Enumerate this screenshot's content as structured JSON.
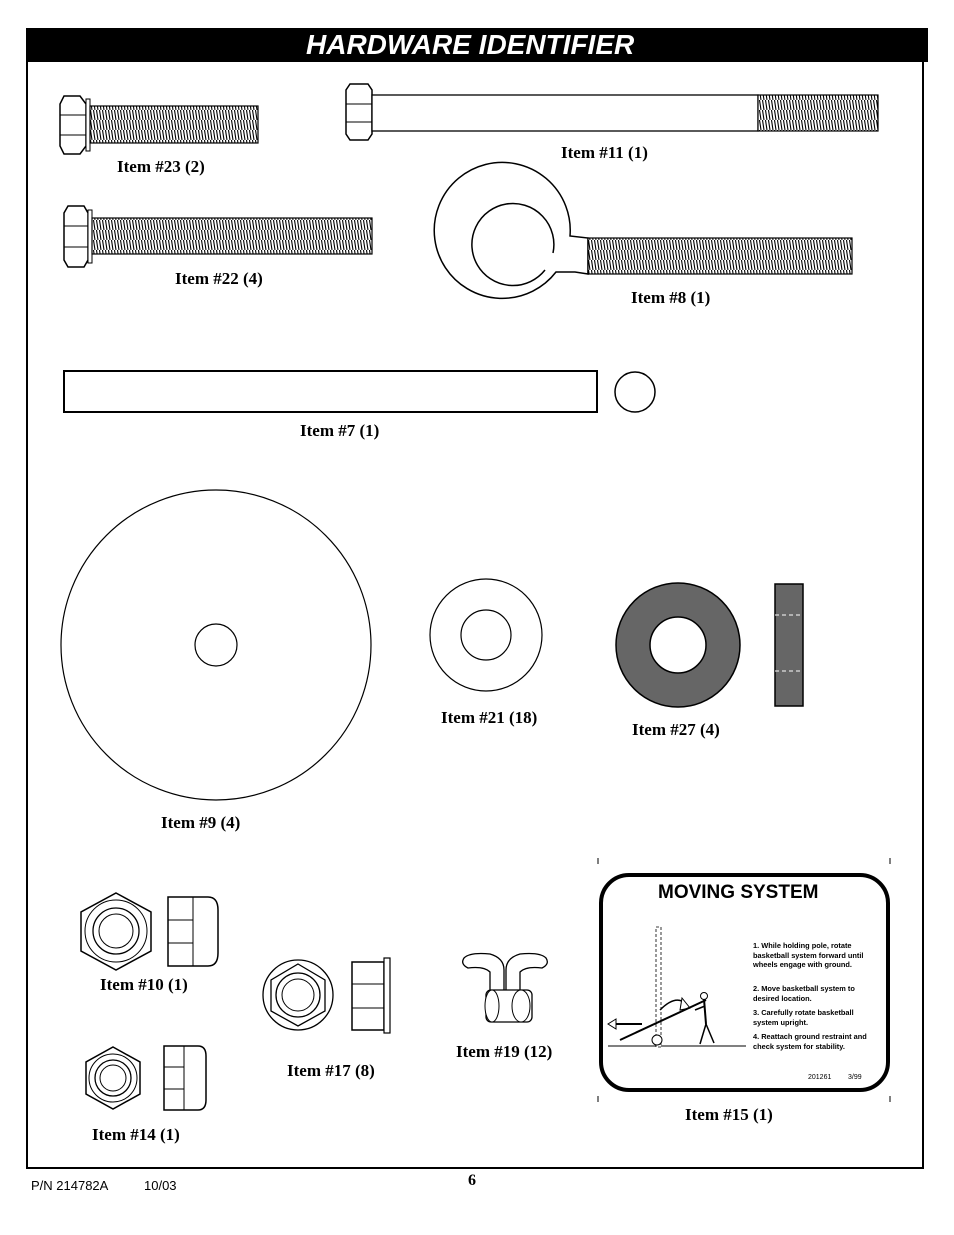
{
  "header": {
    "title": "HARDWARE IDENTIFIER"
  },
  "items": {
    "item23": "Item #23 (2)",
    "item11": "Item #11 (1)",
    "item22": "Item #22 (4)",
    "item8": "Item #8 (1)",
    "item7": "Item #7 (1)",
    "item9": "Item #9 (4)",
    "item21": "Item #21 (18)",
    "item27": "Item #27 (4)",
    "item10": "Item #10 (1)",
    "item17": "Item #17 (8)",
    "item19": "Item #19 (12)",
    "item14": "Item #14 (1)",
    "item15": "Item #15 (1)"
  },
  "sign": {
    "title": "MOVING SYSTEM",
    "steps": [
      "1.  While holding pole, rotate basketball system forward until wheels engage with ground.",
      "2.  Move basketball system to desired location.",
      "3.  Carefully rotate basketball system upright.",
      "4.  Reattach ground restraint and check system for stability."
    ],
    "code": "201261",
    "date": "3/99"
  },
  "footer": {
    "part_number": "P/N 214782A",
    "date": "10/03",
    "page": "6"
  }
}
